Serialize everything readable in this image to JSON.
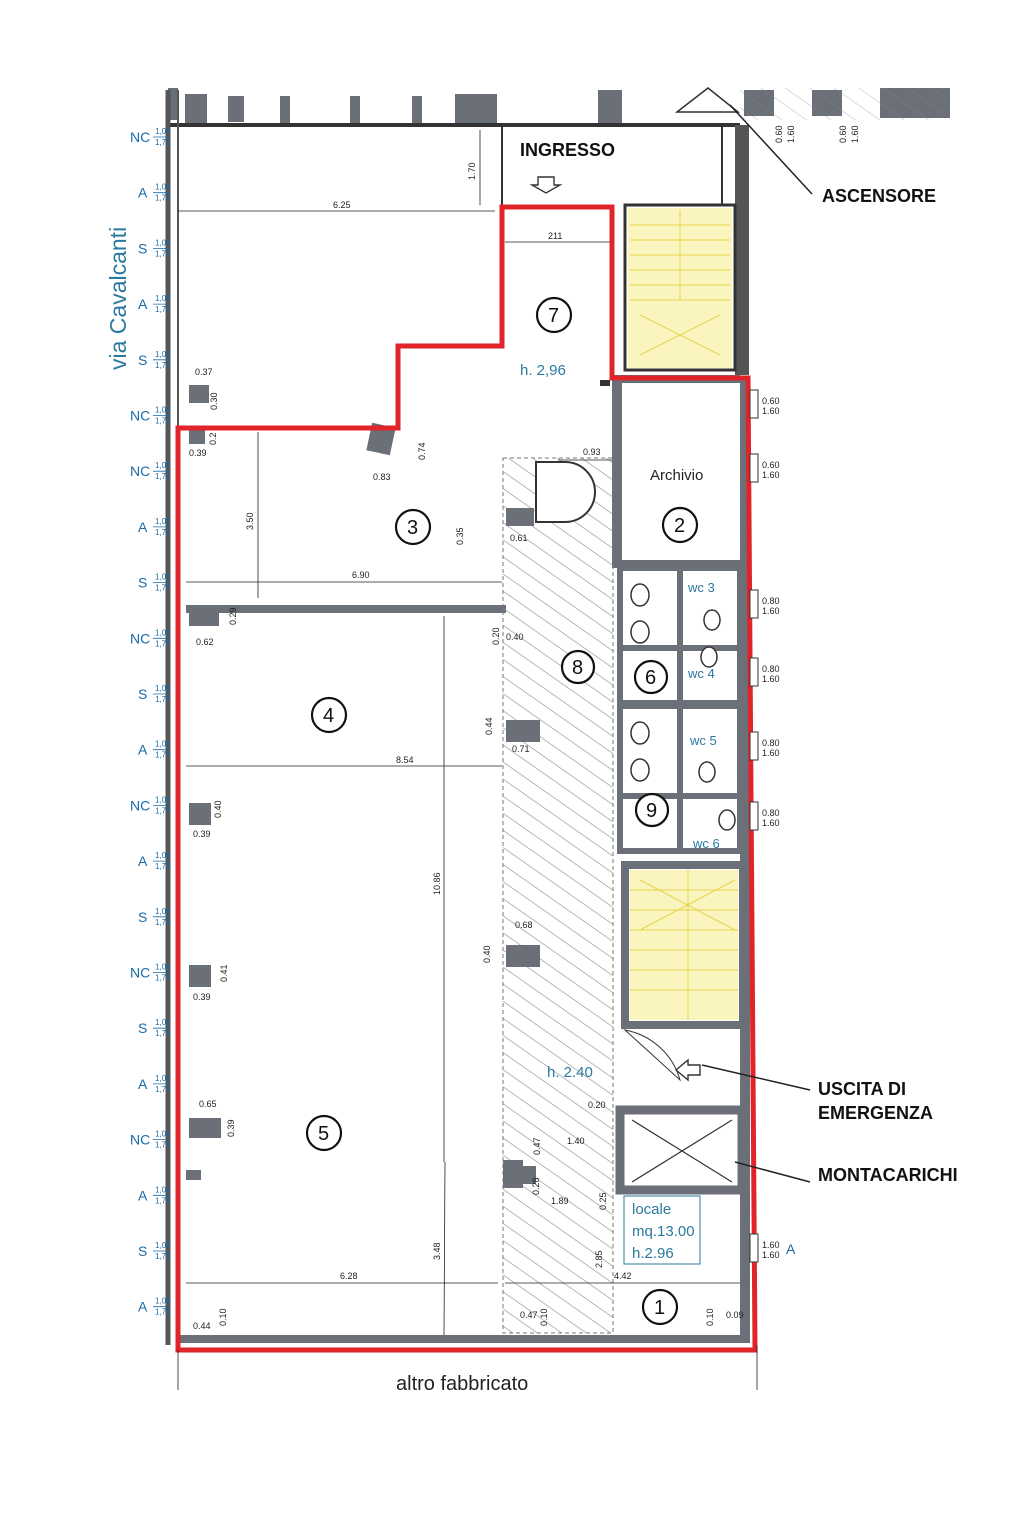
{
  "street_label": "via Cavalcanti",
  "bottom_label": "altro fabbricato",
  "callouts": {
    "ingresso": "INGRESSO",
    "ascensore": "ASCENSORE",
    "uscita": [
      "USCITA DI",
      "EMERGENZA"
    ],
    "montacarichi": "MONTACARICHI"
  },
  "rooms": {
    "r1": "1",
    "r2": "2",
    "r3": "3",
    "r4": "4",
    "r5": "5",
    "r6": "6",
    "r7": "7",
    "r8": "8",
    "r9": "9"
  },
  "room_labels": {
    "archivio": "Archivio",
    "h_296": "h. 2,96",
    "h_240": "h. 2.40",
    "wc3": "wc 3",
    "wc4": "wc 4",
    "wc5": "wc 5",
    "wc6": "wc 6",
    "locale": [
      "locale",
      "mq.13.00",
      "h.2.96"
    ]
  },
  "left_windows": [
    {
      "code": "NC",
      "w": "1,00",
      "h": "1,70"
    },
    {
      "code": "A",
      "w": "1,00",
      "h": "1,70"
    },
    {
      "code": "S",
      "w": "1,00",
      "h": "1,70"
    },
    {
      "code": "A",
      "w": "1,00",
      "h": "1,70"
    },
    {
      "code": "S",
      "w": "1,00",
      "h": "1,70"
    },
    {
      "code": "NC",
      "w": "1,00",
      "h": "1,70"
    },
    {
      "code": "NC",
      "w": "1,00",
      "h": "1,70"
    },
    {
      "code": "A",
      "w": "1,00",
      "h": "1,70"
    },
    {
      "code": "S",
      "w": "1,00",
      "h": "1,70"
    },
    {
      "code": "NC",
      "w": "1,00",
      "h": "1,70"
    },
    {
      "code": "S",
      "w": "1,00",
      "h": "1,70"
    },
    {
      "code": "A",
      "w": "1,00",
      "h": "1,70"
    },
    {
      "code": "NC",
      "w": "1,00",
      "h": "1,70"
    },
    {
      "code": "A",
      "w": "1,00",
      "h": "1,70"
    },
    {
      "code": "S",
      "w": "1,00",
      "h": "1,70"
    },
    {
      "code": "NC",
      "w": "1,00",
      "h": "1,70"
    },
    {
      "code": "S",
      "w": "1,00",
      "h": "1,70"
    },
    {
      "code": "A",
      "w": "1,00",
      "h": "1,70"
    },
    {
      "code": "NC",
      "w": "1,00",
      "h": "1,70"
    },
    {
      "code": "A",
      "w": "1,00",
      "h": "1,70"
    },
    {
      "code": "S",
      "w": "1,00",
      "h": "1,70"
    },
    {
      "code": "A",
      "w": "1,00",
      "h": "1,70"
    }
  ],
  "right_windows": [
    {
      "w": "0.60",
      "h": "1.60"
    },
    {
      "w": "0.60",
      "h": "1.60"
    },
    {
      "w": "0.80",
      "h": "1.60"
    },
    {
      "w": "0.80",
      "h": "1.60"
    },
    {
      "w": "0.80",
      "h": "1.60"
    },
    {
      "w": "0.80",
      "h": "1.60"
    },
    {
      "w": "1.60",
      "h": "1.60",
      "code": "A"
    }
  ],
  "top_windows": [
    {
      "w": "0.60",
      "h": "1.60"
    },
    {
      "w": "0.60",
      "h": "1.60"
    }
  ],
  "dimensions": {
    "d625": "6.25",
    "d170": "1.70",
    "d211": "211",
    "d037": "0.37",
    "d030": "0.30",
    "d02": "0.2",
    "d039a": "0.39",
    "d083": "0.83",
    "d074": "0.74",
    "d350": "3.50",
    "d093": "0.93",
    "d035": "0.35",
    "d061": "0.61",
    "d690": "6.90",
    "d062": "0.62",
    "d029": "0.29",
    "d020": "0.20",
    "d040a": "0.40",
    "d044": "0.44",
    "d071": "0.71",
    "d854": "8.54",
    "d040b": "0.40",
    "d039b": "0.39",
    "d1086": "10.86",
    "d068": "0.68",
    "d040c": "0.40",
    "d041": "0.41",
    "d039c": "0.39",
    "d065": "0.65",
    "d039d": "0.39",
    "d020b": "0.20",
    "d140": "1.40",
    "d047": "0.47",
    "d028": "0.28",
    "d189": "1.89",
    "d025": "0.25",
    "d348": "3.48",
    "d285": "2.85",
    "d628": "6.28",
    "d442": "4.42",
    "d044b": "0.44",
    "d010a": "0.10",
    "d047b": "0.47",
    "d010b": "0.10",
    "d010c": "0.10",
    "d009": "0.09"
  },
  "colors": {
    "boundary": "#e0242a",
    "wall": "#6b6f78",
    "stairs": "#f3e25a",
    "hatch": "#777777",
    "blue_text": "#2b7a9e"
  }
}
